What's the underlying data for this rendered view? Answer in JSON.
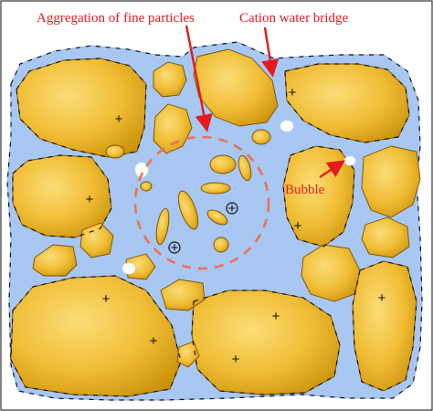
{
  "labels": {
    "aggregation": "Aggregation of fine particles",
    "water_bridge": "Cation water bridge",
    "bubble": "Bubble"
  },
  "symbols": {
    "plus": "+"
  },
  "colors": {
    "water": "#a9c7f3",
    "particle_light": "#f8cf55",
    "particle_dark": "#c98f07",
    "annotation": "#e41a1c",
    "aggregation_circle": "#f07050",
    "bubble": "#ffffff"
  }
}
